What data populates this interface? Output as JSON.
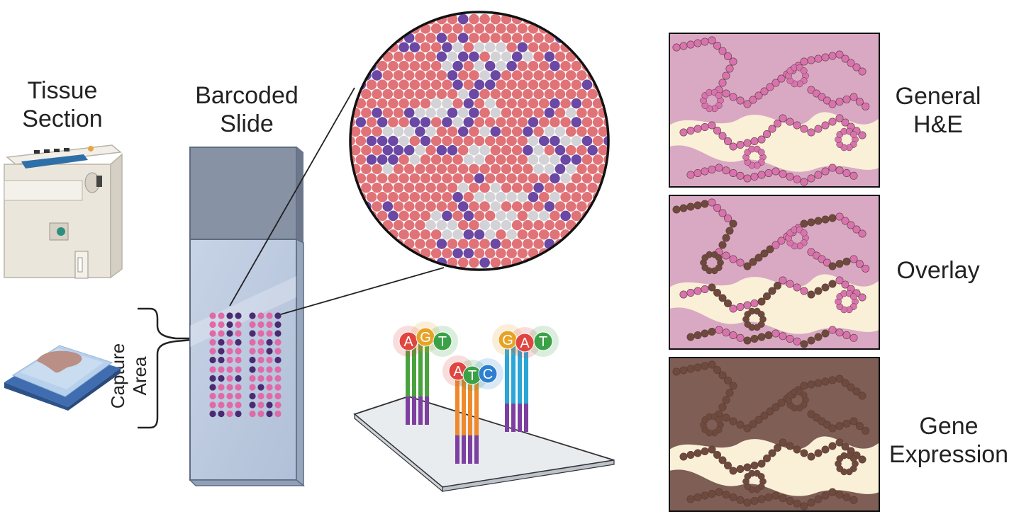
{
  "labels": {
    "tissue_section_line1": "Tissue",
    "tissue_section_line2": "Section",
    "barcoded_slide_line1": "Barcoded",
    "barcoded_slide_line2": "Slide",
    "capture_area": "Capture Area",
    "general_he_line1": "General",
    "general_he_line2": "H&E",
    "overlay": "Overlay",
    "gene_expression_line1": "Gene",
    "gene_expression_line2": "Expression"
  },
  "probes": [
    {
      "letters": [
        "A",
        "G",
        "T"
      ],
      "colors": [
        "#e0453f",
        "#e6a325",
        "#3aa146"
      ]
    },
    {
      "letters": [
        "A",
        "T",
        "C"
      ],
      "colors": [
        "#e0453f",
        "#3aa146",
        "#2e7fd0"
      ]
    },
    {
      "letters": [
        "G",
        "A",
        "T"
      ],
      "colors": [
        "#e6a325",
        "#e0453f",
        "#3aa146"
      ]
    }
  ],
  "colors": {
    "spot_red": "#e07378",
    "spot_purple": "#6a48a3",
    "spot_grey": "#d3d3d7",
    "capture_pink": "#e06aa8",
    "capture_purple": "#4b2a72",
    "he_background": "#d9a9c4",
    "he_lumen": "#faf0d8",
    "gene_brown": "#7e5e55"
  }
}
